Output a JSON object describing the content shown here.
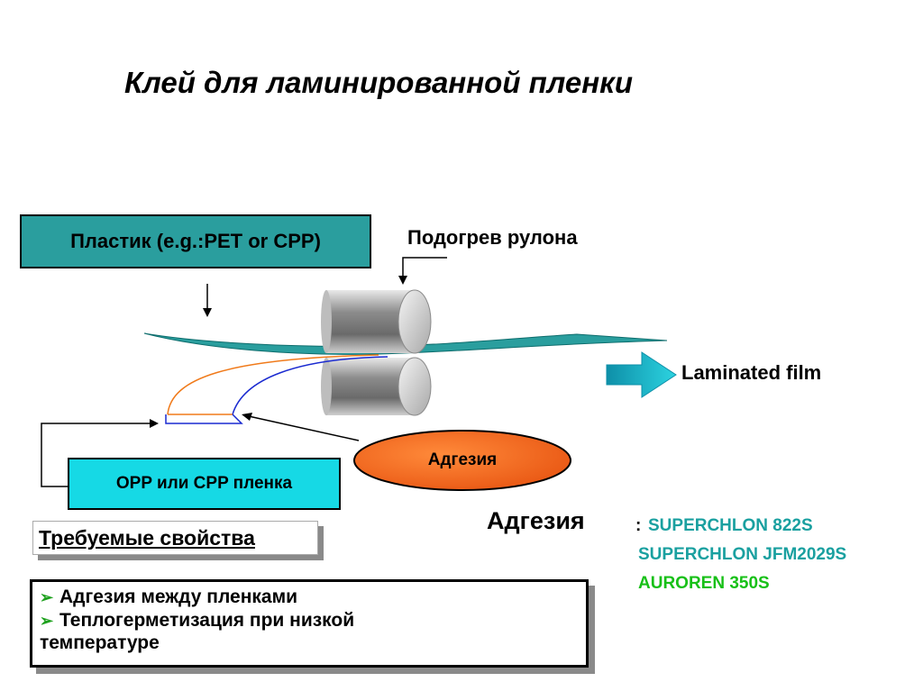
{
  "title": "Клей для ламинированной пленки",
  "diagram": {
    "plastic_label": "Пластик (e.g.:PET or CPP)",
    "heat_roll_label": "Подогрев рулона",
    "output_label": "Laminated film",
    "film_label": "OPP или CPP пленка",
    "adhesive_label": "Адгезия",
    "colors": {
      "plastic_box": "#2a9e9e",
      "film_box": "#16d9e5",
      "adhesive_ellipse": "#f26522",
      "arrow": "#16b5c9",
      "orange_line": "#f07a1a",
      "blue_line": "#1a2ad0"
    }
  },
  "requirements": {
    "heading": "Требуемые свойства",
    "items": [
      "Адгезия между пленками",
      "Теплогерметизация при низкой",
      "температуре"
    ],
    "bullet_color": "#1ea11e"
  },
  "products": {
    "heading": "Адгезия",
    "colon": ":",
    "items": [
      {
        "name": "SUPERCHLON 822S",
        "color": "#1aa0a0"
      },
      {
        "name": "SUPERCHLON JFM2029S",
        "color": "#1aa0a0"
      },
      {
        "name": "AUROREN 350S",
        "color": "#18c018"
      }
    ]
  }
}
